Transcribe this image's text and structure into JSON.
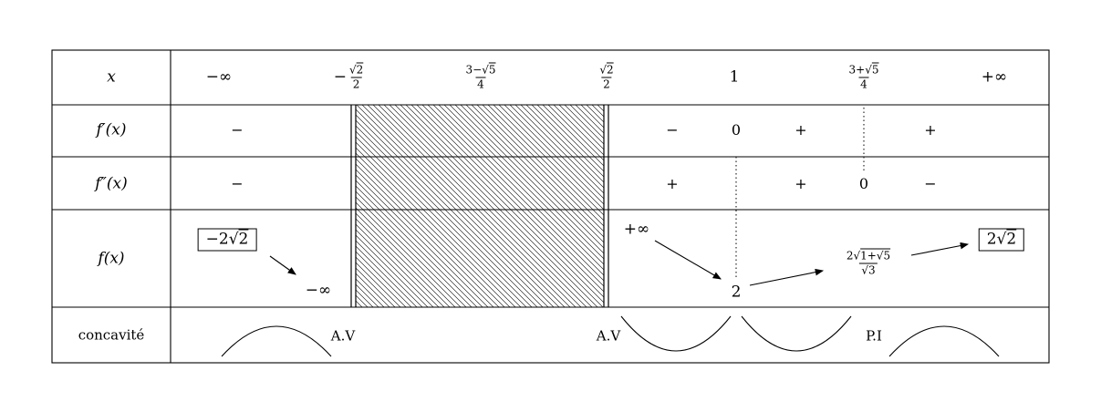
{
  "colors": {
    "ink": "#000000",
    "background": "#ffffff"
  },
  "row_labels": {
    "x": "x",
    "fprime": "f′(x)",
    "fsecond": "f″(x)",
    "f": "f(x)",
    "concavity": "concavité"
  },
  "x_row": [
    {
      "text": "−∞"
    },
    {
      "pre": "−",
      "num_pre": "√",
      "num_rad": "2",
      "den_pre": "2",
      "den_rad": ""
    },
    {
      "pre": "",
      "num_pre": "3−√",
      "num_rad": "5",
      "den_pre": "4",
      "den_rad": ""
    },
    {
      "pre": "",
      "num_pre": "√",
      "num_rad": "2",
      "den_pre": "2",
      "den_rad": ""
    },
    {
      "text": "1"
    },
    {
      "pre": "",
      "num_pre": "3+√",
      "num_rad": "5",
      "den_pre": "4",
      "den_rad": ""
    },
    {
      "text": "+∞"
    }
  ],
  "fprime_signs": [
    "−",
    "−",
    "0",
    "+",
    "+"
  ],
  "fsecond_signs": [
    "−",
    "+",
    "+",
    "0",
    "−"
  ],
  "f_row": {
    "left_max_pre": "−2√",
    "left_max_rad": "2",
    "left_limit": "−∞",
    "right_limit": "+∞",
    "min_value": "2",
    "mid_num_pre": "2√",
    "mid_num_rad": "1+√5",
    "mid_den_pre": "√",
    "mid_den_rad": "3",
    "right_max_pre": "2√",
    "right_max_rad": "2"
  },
  "concavity_labels": {
    "av_left": "A.V",
    "av_right": "A.V",
    "inflection": "P.I"
  }
}
